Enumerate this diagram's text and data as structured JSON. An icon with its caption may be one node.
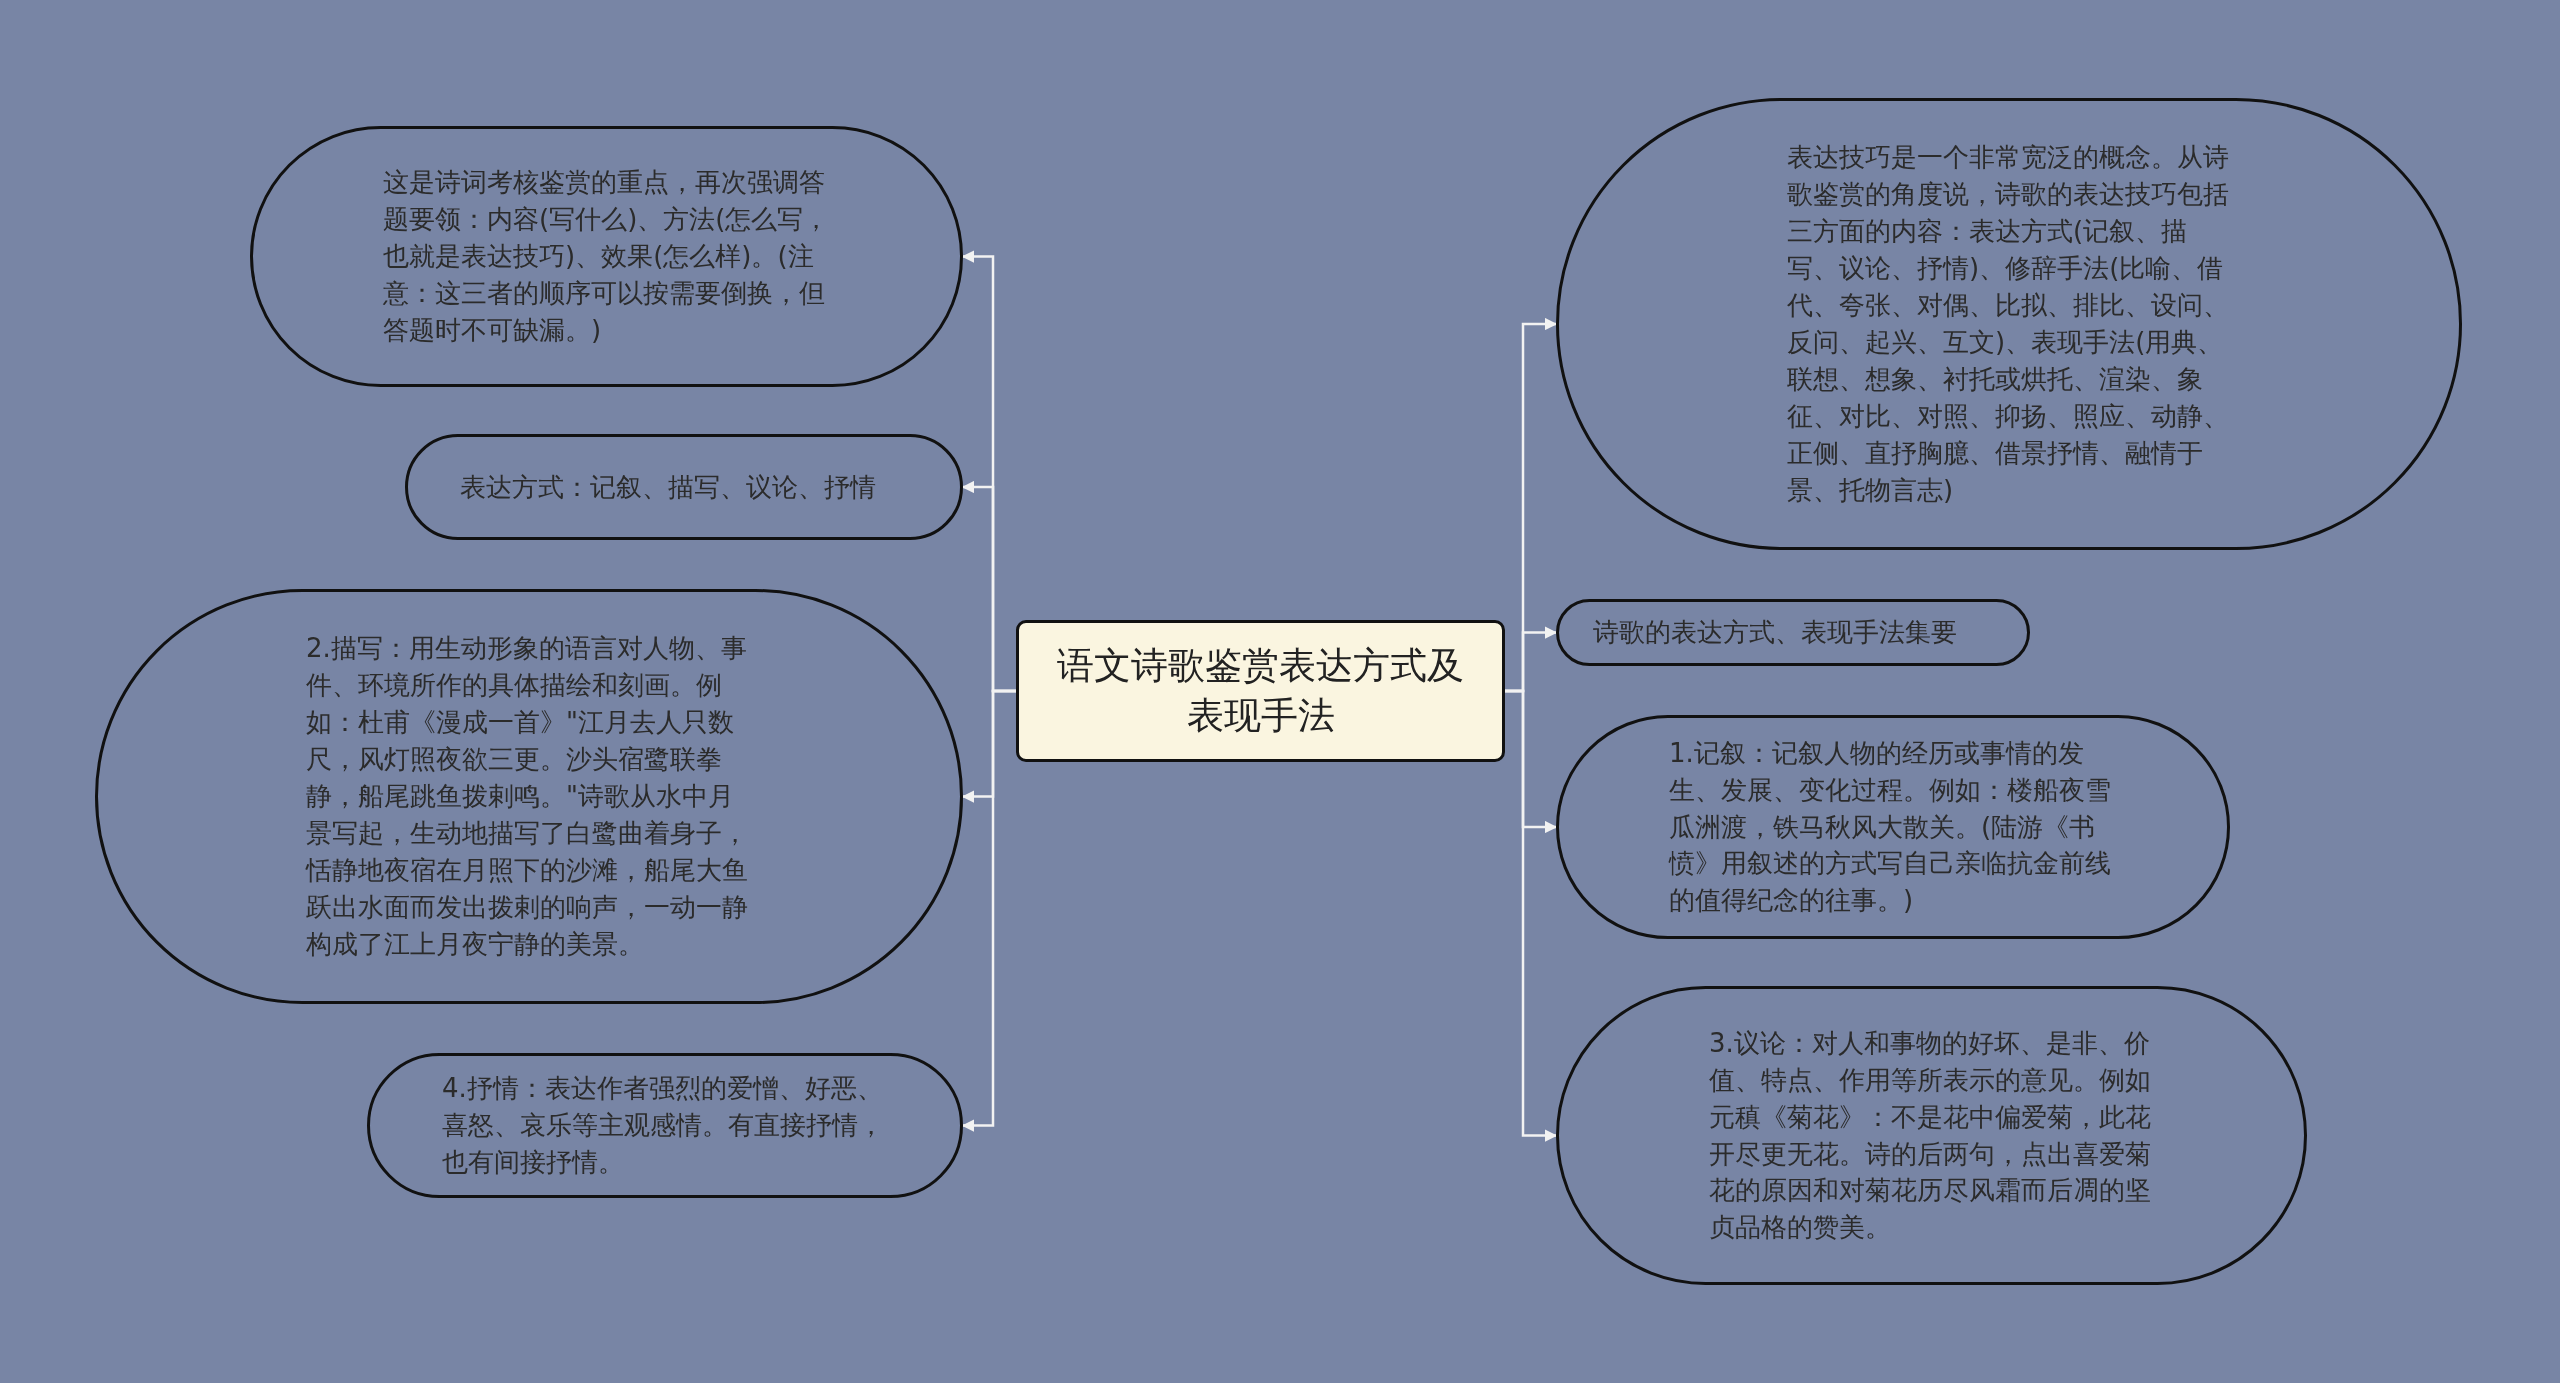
{
  "diagram": {
    "nodes": [
      {
        "text": [
          "语文诗歌鉴赏表达方式及表现手法"
        ]
      },
      {
        "text": [
          "表达技巧是一个非常宽泛的概念。从诗歌鉴赏的角度说，诗歌的表达技巧包括三方面的内容：表达方式(记叙、描写、议论、抒情)、修辞手法(比喻、借代、夸张、对偶、比拟、排比、设问、反问、起兴、互文)、表现手法(用典、联想、想象、衬托或烘托、渲染、象征、对比、对照、抑扬、照应、动静、正侧、直抒胸臆、借景抒情、融情于景、托物言志)"
        ]
      },
      {
        "text": [
          "诗歌的表达方式、表现手法集要"
        ]
      },
      {
        "text": [
          "1.记叙：记叙人物的经历或事情的发生、发展、变化过程。例如：楼船夜雪瓜洲渡，铁马秋风大散关。(陆游《书愤》用叙述的方式写自己亲临抗金前线的值得纪念的往事。)"
        ]
      },
      {
        "text": [
          "3.议论：对人和事物的好坏、是非、价值、特点、作用等所表示的意见。例如元稹《菊花》：不是花中偏爱菊，此花开尽更无花。诗的后两句，点出喜爱菊花的原因和对菊花历尽风霜而后凋的坚贞品格的赞美。"
        ]
      },
      {
        "text": [
          "这是诗词考核鉴赏的重点，再次强调答题要领：内容(写什么)、方法(怎么写，也就是表达技巧)、效果(怎么样)。(注意：这三者的顺序可以按需要倒换，但答题时不可缺漏。)"
        ]
      },
      {
        "text": [
          "表达方式：记叙、描写、议论、抒情"
        ]
      },
      {
        "text": [
          "2.描写：用生动形象的语言对人物、事件、环境所作的具体描绘和刻画。例如：杜甫《漫成一首》\"江月去人只数尺，风灯照夜欲三更。沙头宿鹭联拳静，船尾跳鱼拨剌鸣。\"诗歌从水中月景写起，生动地描写了白鹭曲着身子，恬静地夜宿在月照下的沙滩，船尾大鱼跃出水面而发出拨剌的响声，一动一静构成了江上月夜宁静的美景。"
        ]
      },
      {
        "text": [
          "4.抒情：表达作者强烈的爱憎、好恶、喜怒、哀乐等主观感情。有直接抒情，也有间接抒情。"
        ]
      }
    ],
    "edges": [
      {
        "from": 0,
        "to": 1,
        "arrow": "to"
      },
      {
        "from": 0,
        "to": 2,
        "arrow": "to"
      },
      {
        "from": 0,
        "to": 3,
        "arrow": "to"
      },
      {
        "from": 0,
        "to": 4,
        "arrow": "to"
      },
      {
        "from": 0,
        "to": 5,
        "arrow": "to"
      },
      {
        "from": 0,
        "to": 6,
        "arrow": "to"
      },
      {
        "from": 0,
        "to": 7,
        "arrow": "to"
      },
      {
        "from": 0,
        "to": 8,
        "arrow": "to"
      }
    ]
  }
}
